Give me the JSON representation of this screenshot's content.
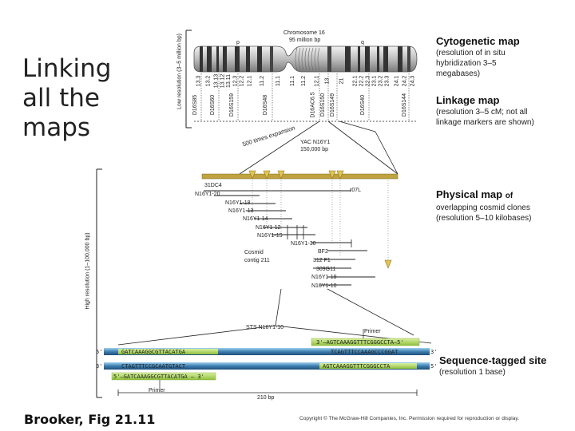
{
  "title": "Linking all the maps",
  "chromosome": {
    "label": "Chromosome 16",
    "size": "95 million bp",
    "arm_p": "p",
    "arm_q": "q"
  },
  "low_resolution": "Low resolution (3–5 million bp)",
  "high_resolution": "High resolution (1–100,000 bp)",
  "bands": [
    "13.3",
    "13.2",
    "13.13",
    "13.12",
    "13.11",
    "12.3",
    "12.2",
    "12.1",
    "11.2",
    "11.1",
    "11.1",
    "11.2",
    "12.1",
    "13",
    "21",
    "22.1",
    "22.2",
    "22.3",
    "23.1",
    "23.2",
    "23.3",
    "24.1",
    "24.2",
    "24.3"
  ],
  "markers": [
    "D16S85",
    "D16S60",
    "D16S159",
    "D16S48",
    "D16AC6.5",
    "D16S150",
    "D16S149",
    "D16S40",
    "D16S144"
  ],
  "expansion": "500 times expansion",
  "yac": "YAC N16Y1 150,000 bp",
  "cosmids": {
    "n31dc4": "31DC4",
    "n16y1_20": "N16Y1-20",
    "n16y1_18": "N16Y1-18",
    "n16y1_13": "N16Y1-13",
    "n16y1_14": "N16Y1-14",
    "n16y1_12": "N16Y1-12",
    "n16y1_15": "N16Y1-15",
    "n16y1_30": "N16Y1-30",
    "r07l": "r07L",
    "bf2": "BF2",
    "f312": "312 F1",
    "c309g11": "309G11",
    "n16y1_19": "N16Y1-19",
    "n16y1_10": "N16Y1-10",
    "contig": "Cosmid contig 211"
  },
  "sts_label": "STS N16Y1-10",
  "primer": "Primer",
  "bp": "210 bp",
  "sequence": {
    "top_primer": "3'—AGTCAAAGGTTTCGGGCCTA—5'",
    "row1_left": "GATCAAAGGCGTTACATGA",
    "row1_right": "TCAGTTTCCAAAGCCCGGAT",
    "row2_left": "CTAGTTTCCGCAATGTACT",
    "row2_right": "AGTCAAAGGTTTCGGGCCTA",
    "bottom_primer": "5'—GATCAAAGGCGTTACATGA — 3'",
    "five": "5'",
    "three": "3'"
  },
  "legend": {
    "cytogenetic": "Cytogenetic map",
    "cytogenetic_sub": "(resolution of in situ hybridization 3–5 megabases)",
    "linkage": "Linkage map",
    "linkage_sub": "(resolution 3–5 cM; not all linkage markers are shown)",
    "physical_a": "Physical map",
    "physical_b": "of",
    "physical_sub": "overlapping cosmid clones (resolution 5–10 kilobases)",
    "sts": "Sequence-tagged site",
    "sts_sub": "(resolution 1 base)"
  },
  "footer": "Brooker, Fig 21.11",
  "copyright": "Copyright © The McGraw-Hill Companies, Inc. Permission required for reproduction or display.",
  "colors": {
    "gold": "#e3c44f",
    "seq_blue": "#4f8fbf",
    "seq_green": "#a9d85a",
    "band_dark": "#333333",
    "chrom_light": "#cfcfcf"
  }
}
